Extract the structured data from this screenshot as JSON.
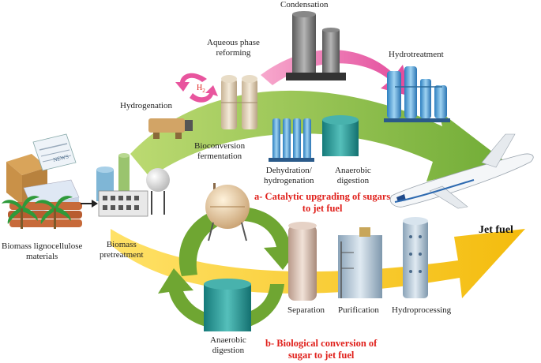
{
  "labels": {
    "condensation": "Condensation",
    "aqueous_phase_line1": "Aqueous phase",
    "aqueous_phase_line2": "reforming",
    "hydrotreatment": "Hydrotreatment",
    "hydrogenation": "Hydrogenation",
    "h2": "H",
    "h2_sub": "2",
    "bioconversion_line1": "Bioconversion",
    "bioconversion_line2": "fermentation",
    "dehydration_line1": "Dehydration/",
    "dehydration_line2": "hydrogenation",
    "anaerobic_top_line1": "Anaerobic",
    "anaerobic_top_line2": "digestion",
    "biomass_line1": "Biomass lignocellulose",
    "biomass_line2": "materials",
    "pretreatment_line1": "Biomass",
    "pretreatment_line2": "pretreatment",
    "jet_fuel": "Jet fuel",
    "separation": "Separation",
    "purification": "Purification",
    "hydroprocessing": "Hydroprocessing",
    "anaerobic_bottom_line1": "Anaerobic",
    "anaerobic_bottom_line2": "digestion",
    "news": "NEWS"
  },
  "pathways": {
    "a_line1": "a- Catalytic upgrading of sugars",
    "a_line2": "to jet fuel",
    "b_line1": "b- Biological conversion of",
    "b_line2": "sugar to jet fuel"
  },
  "colors": {
    "green_arrow": "#7fb83a",
    "yellow_arrow": "#f5c200",
    "pink_arrow": "#e8559e",
    "cycle_green": "#6fa632",
    "accent_red": "#e0201b"
  }
}
